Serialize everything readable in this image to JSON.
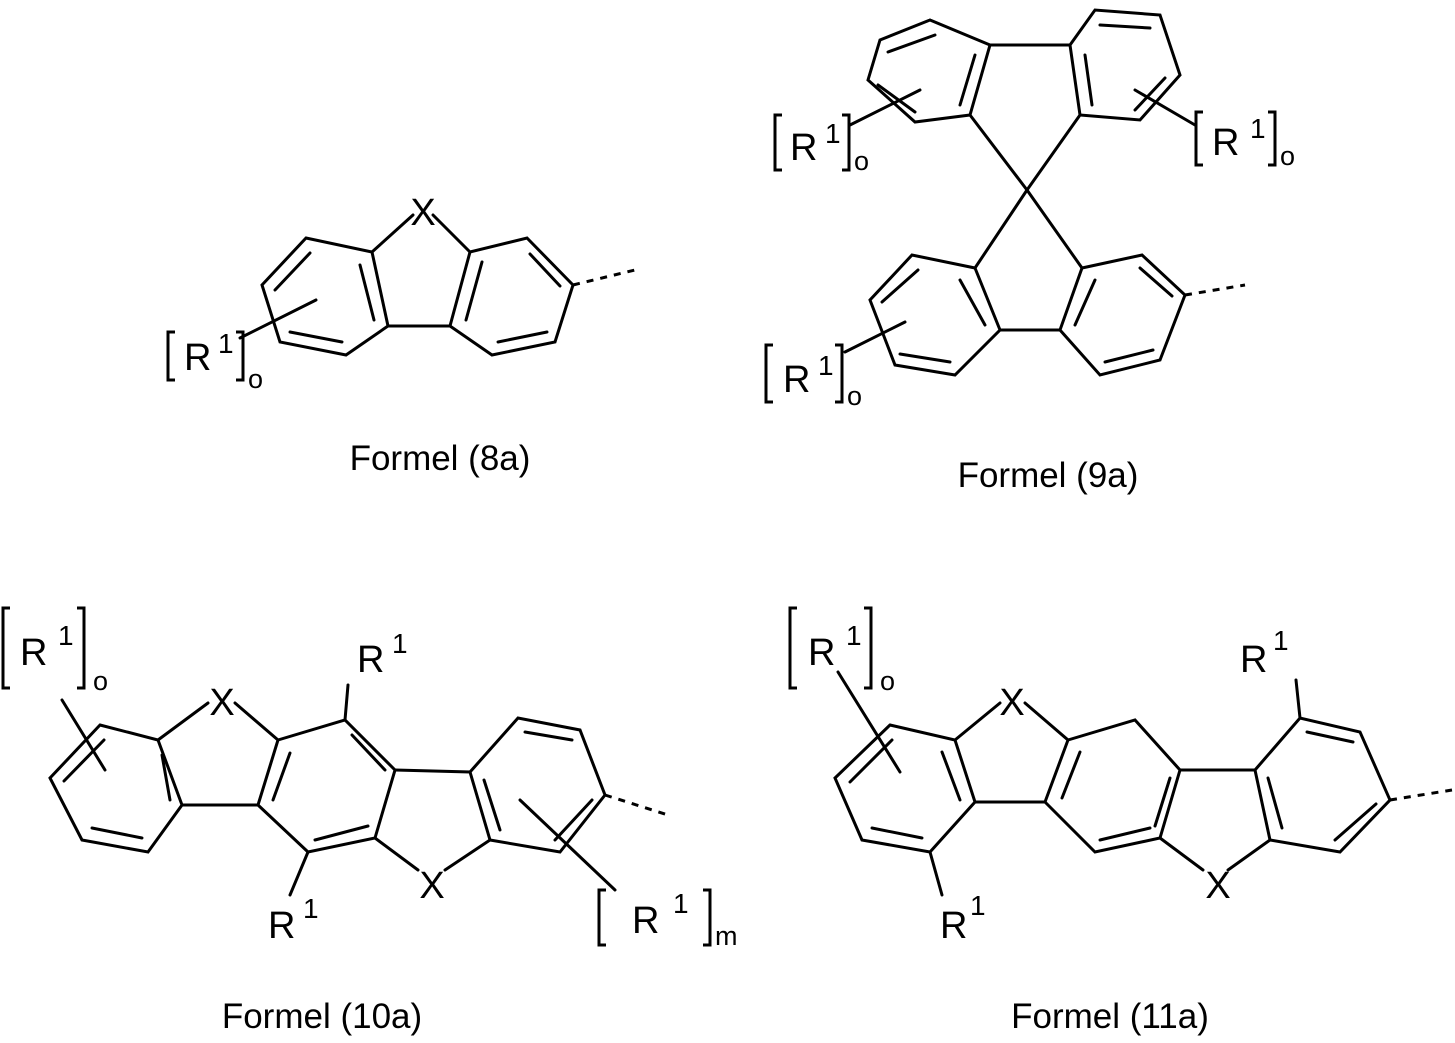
{
  "formulas": {
    "f8a": {
      "caption": "Formel (8a)"
    },
    "f9a": {
      "caption": "Formel (9a)"
    },
    "f10a": {
      "caption": "Formel (10a)"
    },
    "f11a": {
      "caption": "Formel (11a)"
    }
  },
  "labels": {
    "x": "X",
    "r": "R",
    "one": "1",
    "o": "o",
    "m": "m"
  }
}
